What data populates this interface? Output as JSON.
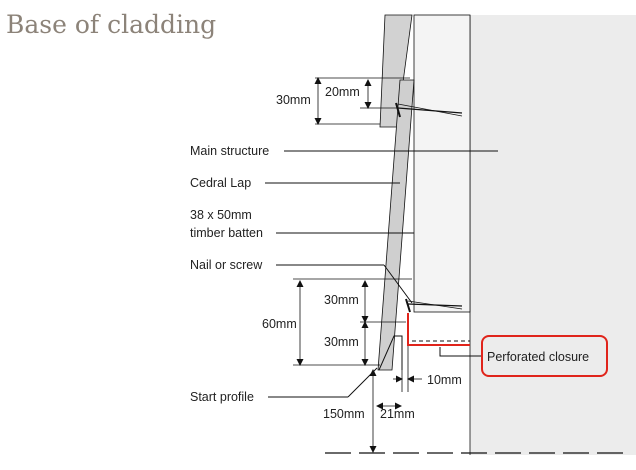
{
  "title": "Base of cladding",
  "labels": {
    "main_structure": "Main structure",
    "cedral_lap": "Cedral Lap",
    "batten_line1": "38 x 50mm",
    "batten_line2": "timber batten",
    "nail_or_screw": "Nail or screw",
    "start_profile": "Start profile",
    "perforated_closure": "Perforated closure"
  },
  "dimensions": {
    "overlap_30": "30mm",
    "overlap_20": "20mm",
    "gap_30_upper": "30mm",
    "gap_60": "60mm",
    "gap_30_lower": "30mm",
    "gap_10": "10mm",
    "gap_150": "150mm",
    "gap_21": "21mm"
  },
  "colors": {
    "wall": "#ececec",
    "board": "#cfcfcf",
    "closure_red": "#e0241b",
    "title": "#8c8379"
  }
}
